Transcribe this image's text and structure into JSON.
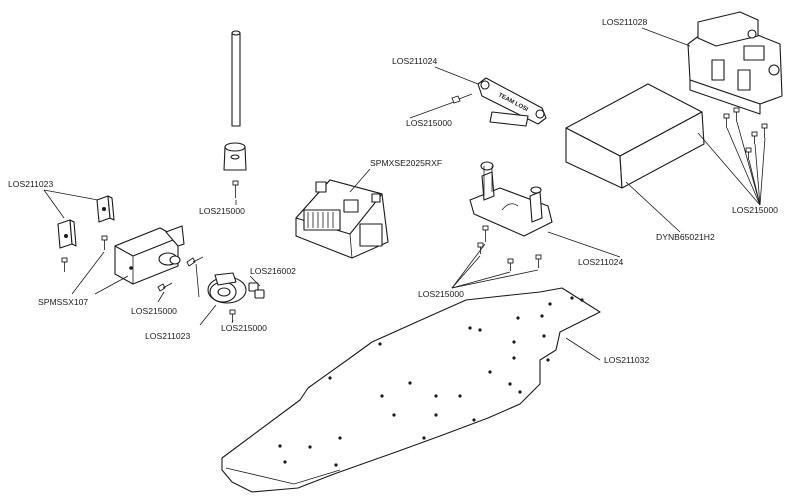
{
  "labels": {
    "servo_saver_brackets": "LOS211023",
    "servo": "SPMSSX107",
    "screw_servo_mount": "LOS215000",
    "servo_saver": "LOS211023",
    "screw_servo_saver": "LOS215000",
    "set_screw": "LOS216002",
    "screw_antenna": "LOS215000",
    "esc": "SPMXSE2025RXF",
    "battery_strap": "LOS211024",
    "screw_battery_strap": "LOS215000",
    "rear_bulkhead": "LOS211028",
    "screw_bulkhead": "LOS215000",
    "battery": "DYNB65021H2",
    "battery_mount": "LOS211024",
    "screw_battery_mount": "LOS215000",
    "chassis": "LOS211032"
  },
  "strap_text": "TEAM LOSI"
}
